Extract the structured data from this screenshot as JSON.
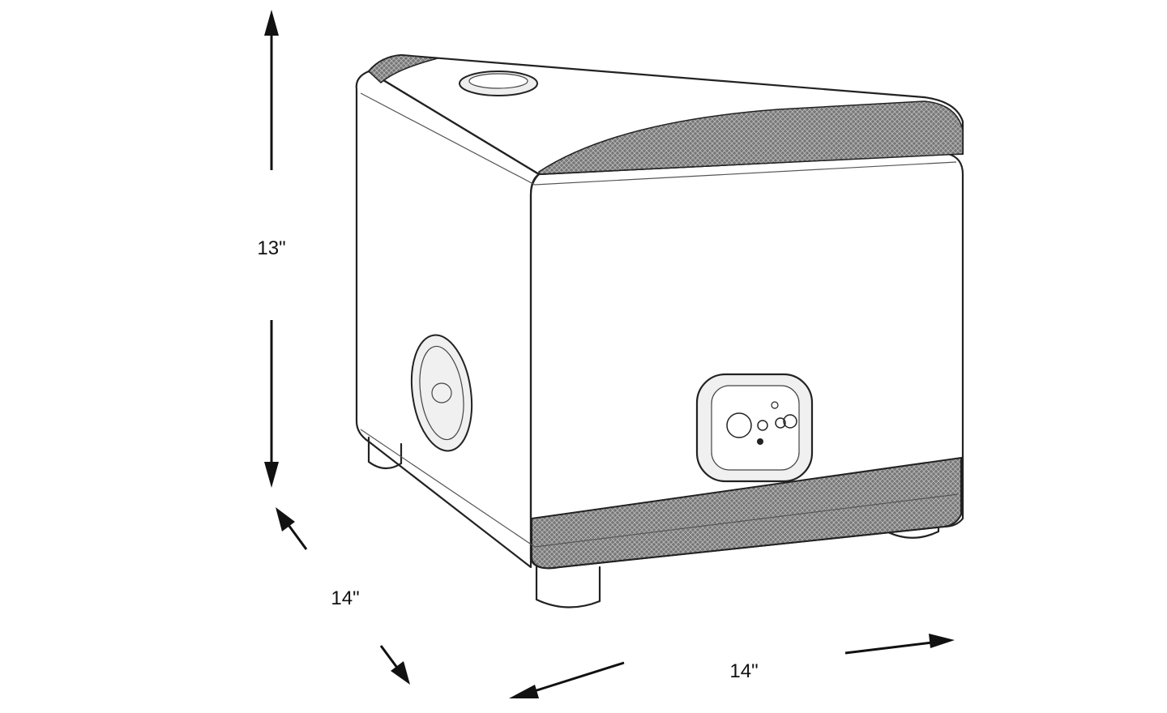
{
  "dimensions": {
    "height_label": "13\"",
    "depth_label": "14\"",
    "width_label": "14\""
  },
  "product": {
    "name_icon": "speaker-ottoman-line-drawing"
  }
}
